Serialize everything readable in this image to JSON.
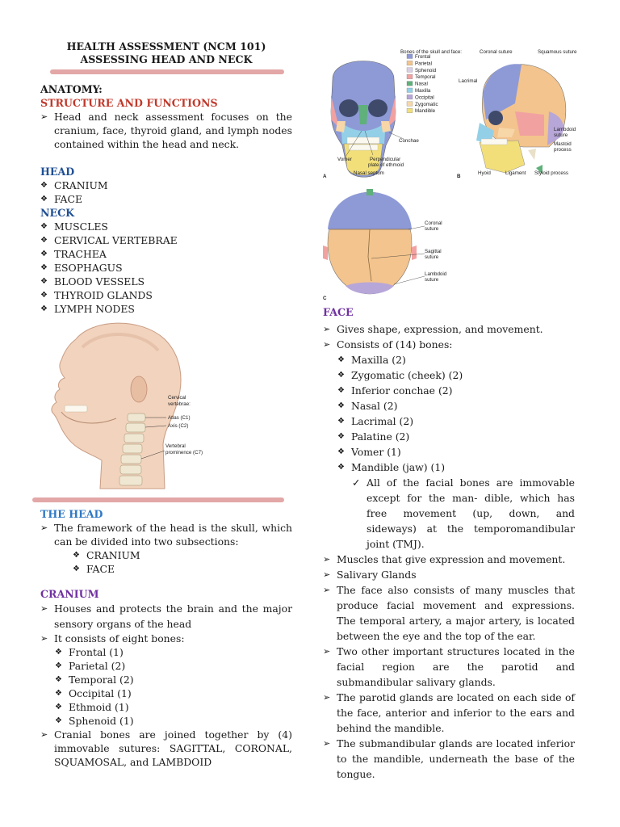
{
  "header": {
    "title_line1": "HEALTH ASSESSMENT (NCM 101)",
    "title_line2": "ASSESSING HEAD AND NECK"
  },
  "left": {
    "anatomy": "ANATOMY:",
    "structure": "STRUCTURE AND FUNCTIONS",
    "intro": "Head and neck assessment focuses on the cranium, face, thyroid gland, and lymph nodes contained within the head and neck.",
    "head_heading": "HEAD",
    "head_items": [
      "CRANIUM",
      "FACE"
    ],
    "neck_heading": "NECK",
    "neck_items": [
      "MUSCLES",
      "CERVICAL VERTEBRAE",
      "TRACHEA",
      "ESOPHAGUS",
      "BLOOD VESSELS",
      "THYROID GLANDS",
      "LYMPH NODES"
    ],
    "the_head_heading": "THE HEAD",
    "the_head_text": "The framework of the head is the skull, which can be divided into two subsections:",
    "the_head_items": [
      "CRANIUM",
      "FACE"
    ],
    "cranium_heading": "CRANIUM",
    "cranium_p1": "Houses and protects the brain and the major sensory organs of the head",
    "cranium_p2": "It consists of eight bones:",
    "cranium_bones": [
      "Frontal (1)",
      "Parietal (2)",
      "Temporal (2)",
      "Occipital (1)",
      "Ethmoid (1)",
      "Sphenoid (1)"
    ],
    "cranium_p3": "Cranial bones are joined together by (4) immovable sutures: SAGITTAL, CORONAL, SQUAMOSAL, and LAMBDOID"
  },
  "neck_figure": {
    "cervical": "Cervical",
    "vertebrae": "vertebrae:",
    "atlas": "Atlas (C1)",
    "axis": "Axis (C2)",
    "vertebral": "Vertebral",
    "prominence": "prominence (C7)"
  },
  "skull_figure": {
    "legend_title": "Bones of the skull and face:",
    "legend": [
      {
        "name": "Frontal",
        "color": "#8e9ad6"
      },
      {
        "name": "Parietal",
        "color": "#f3c48d"
      },
      {
        "name": "Sphenoid",
        "color": "#d8cfe6"
      },
      {
        "name": "Temporal",
        "color": "#f2a1a1"
      },
      {
        "name": "Nasal",
        "color": "#5fb07a"
      },
      {
        "name": "Maxilla",
        "color": "#93d0e8"
      },
      {
        "name": "Occipital",
        "color": "#b7a6d8"
      },
      {
        "name": "Zygomatic",
        "color": "#f7d6a8"
      },
      {
        "name": "Mandible",
        "color": "#f2df7a"
      }
    ],
    "labels_a": {
      "conchae": "Conchae",
      "vomer": "Vomer",
      "perp1": "Perpendicular",
      "perp2": "plate of ethmoid",
      "septum": "Nasal septum",
      "letter": "A"
    },
    "labels_b": {
      "coronal": "Coronal suture",
      "squamous": "Squamous suture",
      "lacrimal": "Lacrimal",
      "lambdoid1": "Lambdoid",
      "lambdoid2": "suture",
      "mastoid1": "Mastoid",
      "mastoid2": "process",
      "hyoid": "Hyoid",
      "ligament": "Ligament",
      "styloid": "Styloid process",
      "letter": "B"
    },
    "labels_c": {
      "coronal1": "Coronal",
      "coronal2": "suture",
      "sagittal1": "Sagittal",
      "sagittal2": "suture",
      "lambdoid1": "Lambdoid",
      "lambdoid2": "suture",
      "letter": "C"
    }
  },
  "right": {
    "face_heading": "FACE",
    "p1": "Gives shape, expression, and movement.",
    "p2": "Consists of (14) bones:",
    "face_bones": [
      "Maxilla (2)",
      "Zygomatic (cheek) (2)",
      "Inferior conchae (2)",
      "Nasal (2)",
      "Lacrimal (2)",
      "Palatine (2)",
      "Vomer (1)",
      "Mandible (jaw) (1)"
    ],
    "check": "All of the facial bones are immovable except for the man- dible, which has free movement (up, down, and sideways) at the temporomandibular joint (TMJ).",
    "p3": "Muscles that give expression and movement.",
    "p4": "Salivary Glands",
    "p5": "The face also consists of many muscles that produce facial movement and expressions. The temporal artery, a major artery, is located between the eye and the top of the ear.",
    "p6": "Two other important structures located in the facial region are the parotid and submandibular salivary glands.",
    "p7": "The parotid glands are located on each side of the face, anterior and inferior to the ears and behind the mandible.",
    "p8": "The submandibular glands are located inferior to the mandible, underneath the base of the tongue."
  }
}
